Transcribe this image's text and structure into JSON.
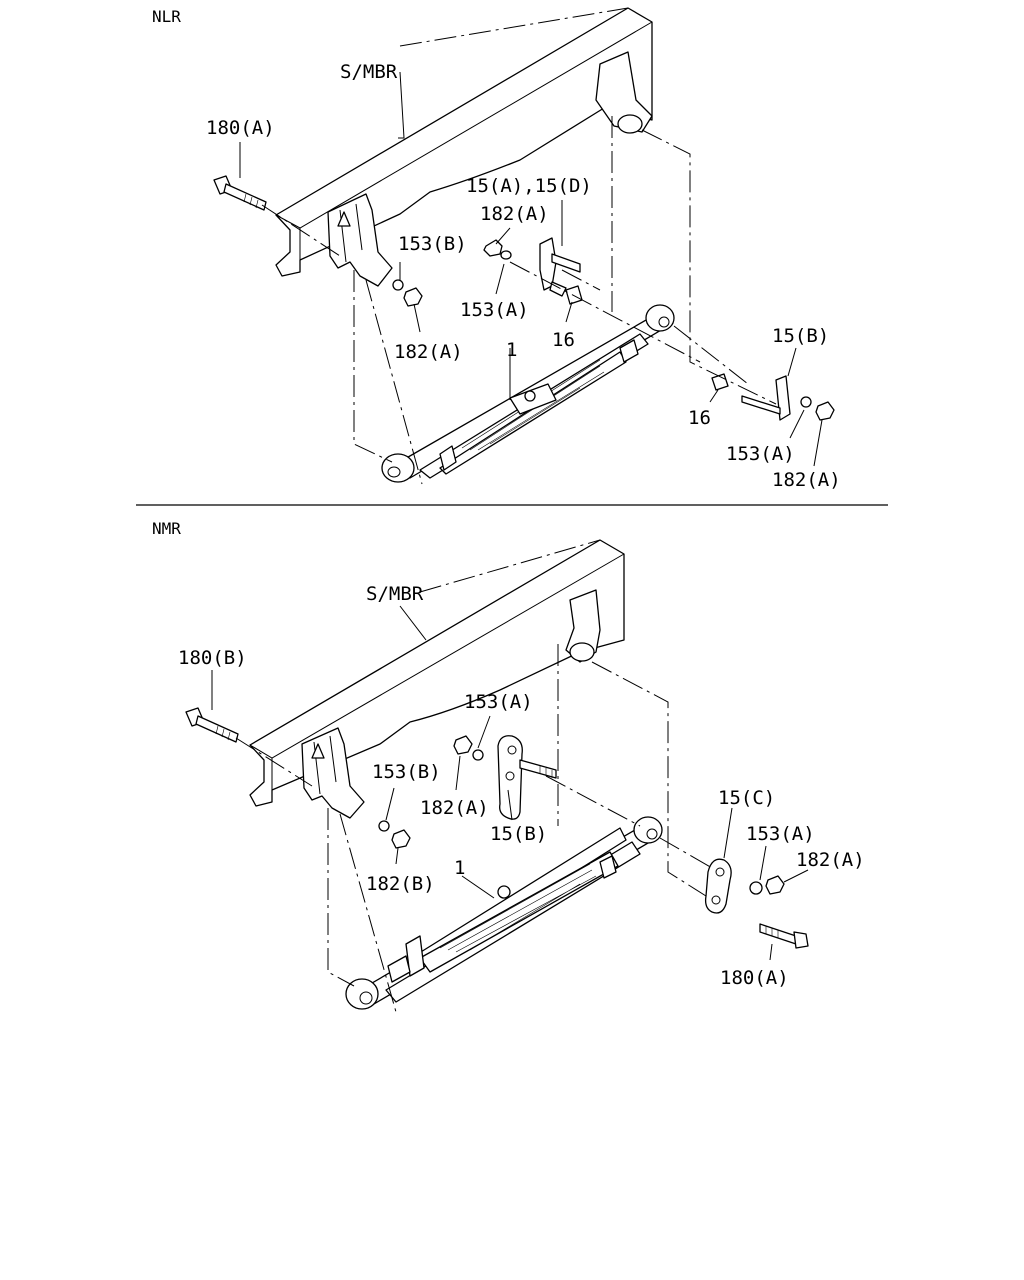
{
  "sections": {
    "top": {
      "name": "NLR",
      "labels": {
        "smbr": "S/MBR",
        "bolt_front": "180(A)",
        "shackle_pair": "15(A),15(D)",
        "nut_shackle_inner": "182(A)",
        "washer_front": "153(B)",
        "nut_front": "182(A)",
        "washer_inner": "153(A)",
        "bushing_inner": "16",
        "spring": "1",
        "shackle_outer": "15(B)",
        "bushing_outer": "16",
        "washer_outer": "153(A)",
        "nut_outer": "182(A)"
      }
    },
    "bottom": {
      "name": "NMR",
      "labels": {
        "smbr": "S/MBR",
        "bolt_front": "180(B)",
        "washer_inner": "153(A)",
        "washer_front": "153(B)",
        "nut_inner": "182(A)",
        "shackle_inner": "15(B)",
        "nut_front": "182(B)",
        "spring": "1",
        "shackle_outer": "15(C)",
        "washer_outer": "153(A)",
        "nut_outer": "182(A)",
        "bolt_rear": "180(A)"
      }
    }
  }
}
